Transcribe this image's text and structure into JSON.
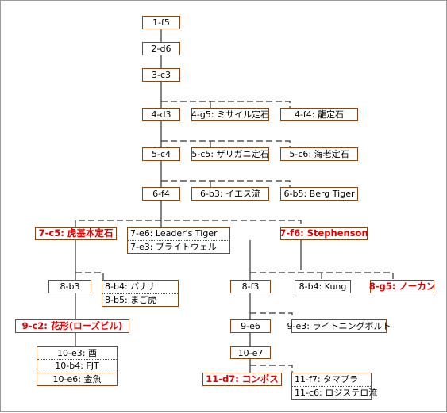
{
  "tree": {
    "main": [
      "1-f5",
      "2-d6",
      "3-c3",
      "4-d3",
      "5-c4",
      "6-f4"
    ],
    "branch4": [
      "4-g5: ミサイル定石",
      "4-f4: 龍定石"
    ],
    "branch5": [
      "5-c5: ザリガニ定石",
      "5-c6: 海老定石"
    ],
    "branch6": [
      "6-b3: イエス流",
      "6-b5: Berg Tiger"
    ],
    "move7_left": "7-c5: 虎基本定石",
    "move7_mid": [
      "7-e6: Leader's Tiger",
      "7-e3: ブライトウェル"
    ],
    "move7_right": "7-f6: Stephenson",
    "left": {
      "b3": "8-b3",
      "b4_group": [
        "8-b4: バナナ",
        "8-b5: まご虎"
      ],
      "c2": "9-c2: 花形(ローズビル)",
      "e3_group": [
        "10-e3: 酉",
        "10-b4: FJT",
        "10-e6: 金魚"
      ]
    },
    "right": {
      "f3": "8-f3",
      "kung": "8-b4: Kung",
      "norcan": "8-g5: ノーカン",
      "e6": "9-e6",
      "e3": "9-e3: ライトニングボルト",
      "e7": "10-e7",
      "d7": "11-d7: コンポス",
      "f7_group": [
        "11-f7: タマプラ",
        "11-c6: ロジステロ流"
      ]
    }
  }
}
